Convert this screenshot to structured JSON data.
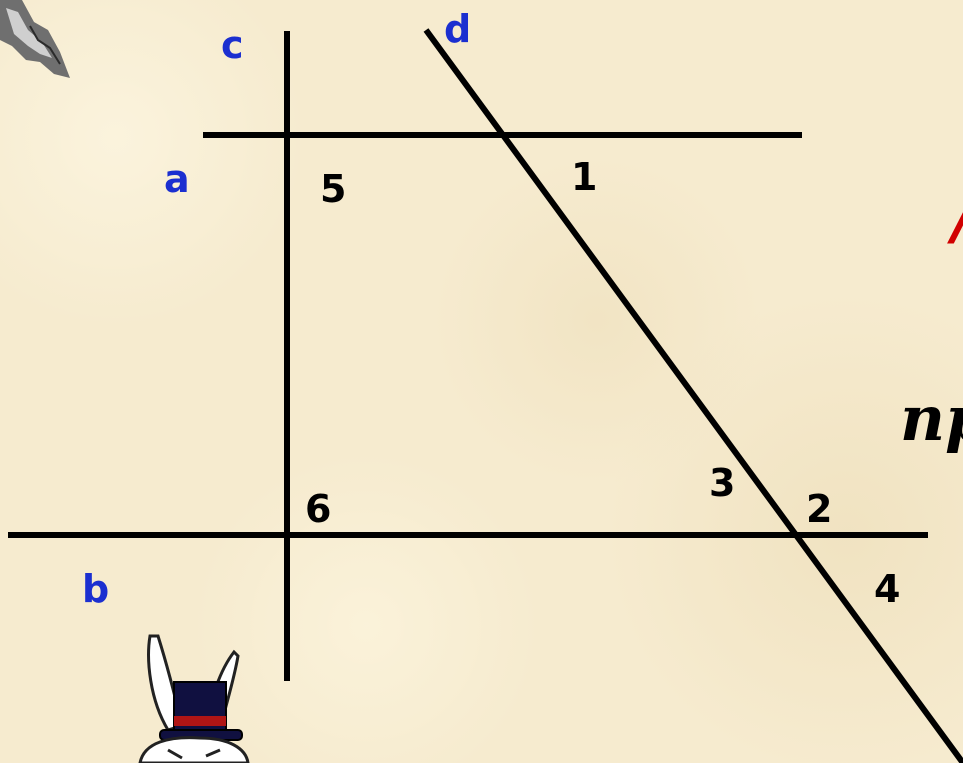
{
  "colors": {
    "line_label": "#1b2fd0",
    "angle_label": "#000000",
    "edge_text_red": "#d10000",
    "background": "#f6ebcf"
  },
  "lines": {
    "a": "a",
    "b": "b",
    "c": "c",
    "d": "d"
  },
  "angles": {
    "n1": "1",
    "n2": "2",
    "n3": "3",
    "n4": "4",
    "n5": "5",
    "n6": "6"
  },
  "edge_text": {
    "partial": "пр"
  },
  "clipart": {
    "top_left": "clipart-figure",
    "bottom": "rabbit-in-top-hat"
  }
}
